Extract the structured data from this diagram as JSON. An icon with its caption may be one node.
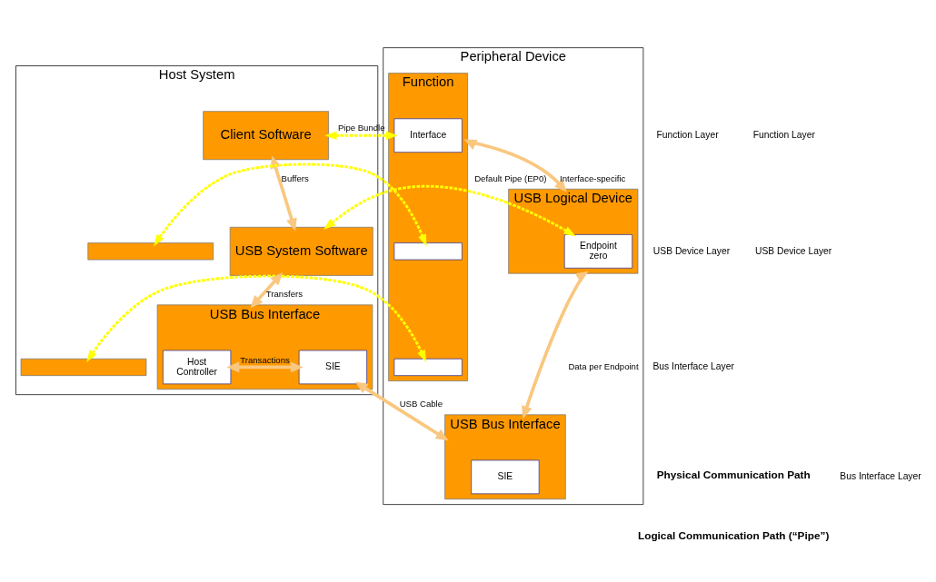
{
  "diagram": {
    "nodes": [
      {
        "text": [
          "Host System"
        ]
      },
      {
        "text": [
          "Client Software"
        ],
        "in": 0
      },
      {
        "text": [],
        "shape": "box",
        "in": 0
      },
      {
        "text": [],
        "shape": "box",
        "in": 0
      },
      {
        "text": [
          "USB System Software"
        ],
        "in": 0
      },
      {
        "text": [
          "USB Bus Interface"
        ],
        "in": 0
      },
      {
        "text": [
          "Host Controller"
        ],
        "in": 5
      },
      {
        "text": [
          "SIE"
        ],
        "in": 5
      },
      {
        "text": [
          "Peripheral Device"
        ]
      },
      {
        "text": [
          "Function"
        ],
        "in": 8
      },
      {
        "text": [
          "Interface"
        ],
        "in": 9
      },
      {
        "text": [],
        "shape": "box",
        "in": 9
      },
      {
        "text": [],
        "shape": "box",
        "in": 9
      },
      {
        "text": [
          "USB Logical Device"
        ],
        "in": 8
      },
      {
        "text": [
          "Endpoint zero"
        ],
        "in": 13
      },
      {
        "text": [
          "USB Bus Interface"
        ],
        "in": 8
      },
      {
        "text": [
          "SIE"
        ],
        "in": 15
      }
    ],
    "edges": [
      {
        "from": 1,
        "to": 10,
        "arrow": "both",
        "label": "Pipe Bundle",
        "style": "dashed",
        "color": "#ffff00"
      },
      {
        "from": 2,
        "to": 11,
        "arrow": "both",
        "style": "dashed",
        "color": "#ffff00"
      },
      {
        "from": 3,
        "to": 12,
        "arrow": "both",
        "style": "dashed",
        "color": "#ffff00"
      },
      {
        "from": 1,
        "to": 4,
        "arrow": "both",
        "label": "Buffers"
      },
      {
        "from": 9,
        "to": 13,
        "arrow": "both",
        "label": "Interface-specific"
      },
      {
        "from": 4,
        "to": 14,
        "arrow": "both",
        "label": "Default Pipe (EP0)",
        "style": "dashed",
        "color": "#ffff00"
      },
      {
        "from": 4,
        "to": 5,
        "arrow": "both",
        "label": "Transfers"
      },
      {
        "from": 13,
        "to": 15,
        "arrow": "both",
        "label": "Data per Endpoint"
      },
      {
        "from": 6,
        "to": 7,
        "arrow": "both",
        "label": "Transactions"
      },
      {
        "from": 7,
        "to": 15,
        "arrow": "both",
        "label": "USB Cable"
      }
    ],
    "labels": [
      "Function Layer",
      "USB Device Layer",
      "Bus Interface Layer",
      "Function Layer",
      "USB Device Layer",
      "Bus Interface Layer"
    ],
    "legend": [
      {
        "text": "Physical Communication Path"
      },
      {
        "text": "Logical Communication Path (“Pipe”)"
      }
    ]
  }
}
